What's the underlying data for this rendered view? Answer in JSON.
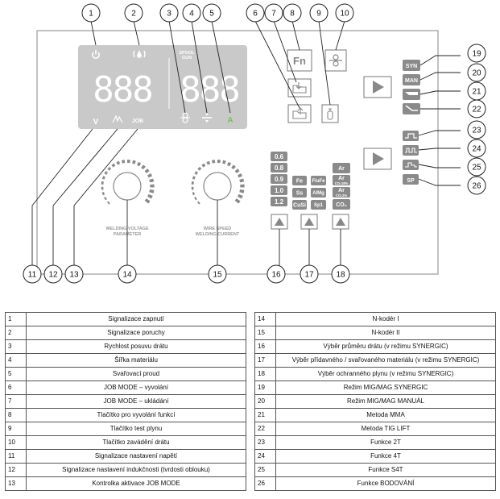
{
  "panel": {
    "indicator_labels": {
      "spool_gun": "SPOOL\nGUN",
      "v": "V",
      "job": "JOB",
      "a": "A"
    },
    "digit_text": {
      "left": "888",
      "right": "888"
    },
    "buttons": {
      "fn": "Fn"
    },
    "knob_labels": {
      "voltage": "WELDING VOLTAGE\nPARAMETER",
      "current": "WIRE SPEED\nWELDING CURRENT"
    },
    "wire_diameters": [
      "0.6",
      "0.8",
      "0.9",
      "1.0",
      "1.2"
    ],
    "materials": [
      "Fe",
      "Ss",
      "CuSi"
    ],
    "materials2": [
      "FluFe",
      "AlMg",
      "Sp1"
    ],
    "gases": [
      "Ar",
      "Ar\nCO₂18%",
      "Ar\nCO₂2%",
      "CO₂"
    ],
    "modes": [
      "SYN",
      "MAN"
    ],
    "sp_label": "SP",
    "callouts": [
      "1",
      "2",
      "3",
      "4",
      "5",
      "6",
      "7",
      "8",
      "9",
      "10",
      "11",
      "12",
      "13",
      "14",
      "15",
      "16",
      "17",
      "18",
      "19",
      "20",
      "21",
      "22",
      "23",
      "24",
      "25",
      "26"
    ],
    "colors": {
      "panel_border": "#9a9a9a",
      "display_bg": "#c9c9c9",
      "digit": "#ffffff",
      "green": "#7cc15e",
      "button_bg": "#8a8a8a"
    }
  },
  "legend": {
    "left": [
      {
        "n": "1",
        "text": "Signalizace zapnutí"
      },
      {
        "n": "2",
        "text": "Signalizace poruchy"
      },
      {
        "n": "3",
        "text": "Rychlost posuvu drátu"
      },
      {
        "n": "4",
        "text": "Šířka materiálu"
      },
      {
        "n": "5",
        "text": "Svařovací proud"
      },
      {
        "n": "6",
        "text": "JOB MODE – vyvolání"
      },
      {
        "n": "7",
        "text": "JOB MODE – ukládání"
      },
      {
        "n": "8",
        "text": "Tlačítko pro vyvolání funkcí"
      },
      {
        "n": "9",
        "text": "Tlačítko test plynu"
      },
      {
        "n": "10",
        "text": "Tlačítko zavádění drátu"
      },
      {
        "n": "11",
        "text": "Signalizace nastavení napětí"
      },
      {
        "n": "12",
        "text": "Signalizace nastavení indukčnosti (tvrdosti oblouku)"
      },
      {
        "n": "13",
        "text": "Kontrolka aktivace JOB MODE"
      }
    ],
    "right": [
      {
        "n": "14",
        "text": "N-kodér I"
      },
      {
        "n": "15",
        "text": "N-kodér II"
      },
      {
        "n": "16",
        "text": "Výběr průměru drátu (v režimu SYNERGIC)"
      },
      {
        "n": "17",
        "text": "Výběr přídavného / svařovaného materiálu (v režimu SYNERGIC)"
      },
      {
        "n": "18",
        "text": "Výběr ochranného plynu (v režimu SYNERGIC)"
      },
      {
        "n": "19",
        "text": "Režim MIG/MAG SYNERGIC"
      },
      {
        "n": "20",
        "text": "Režim MIG/MAG MANUÁL"
      },
      {
        "n": "21",
        "text": "Metoda MMA"
      },
      {
        "n": "22",
        "text": "Metoda TIG LIFT"
      },
      {
        "n": "23",
        "text": "Funkce 2T"
      },
      {
        "n": "24",
        "text": "Funkce 4T"
      },
      {
        "n": "25",
        "text": "Funkce S4T"
      },
      {
        "n": "26",
        "text": "Funkce BODOVÁNÍ"
      }
    ]
  }
}
